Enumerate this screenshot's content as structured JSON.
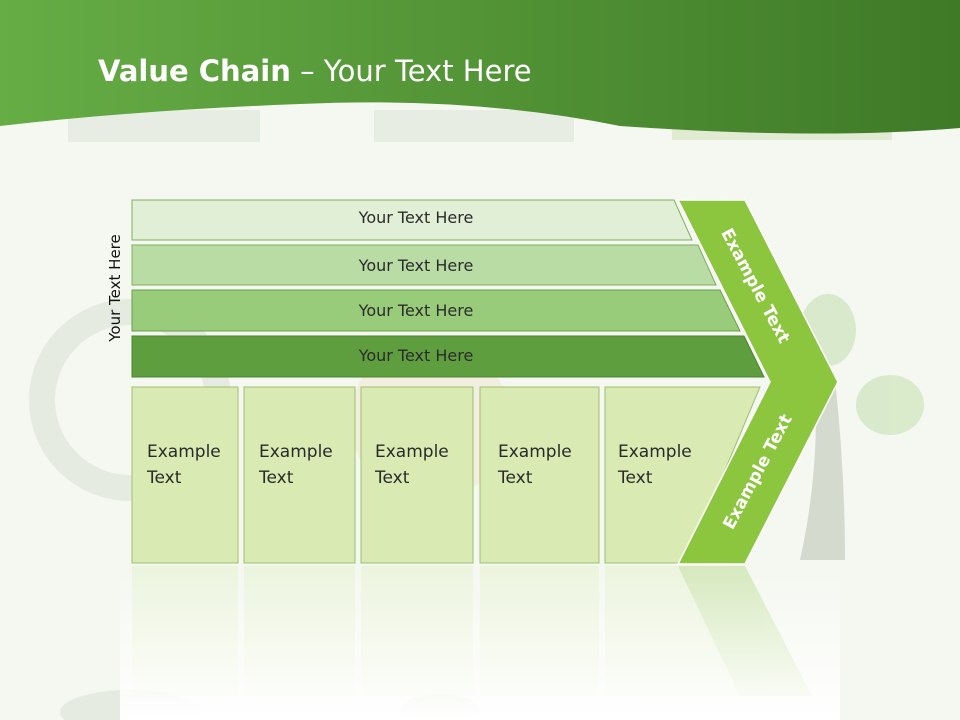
{
  "title": {
    "bold": "Value Chain",
    "rest": " – Your Text Here"
  },
  "side_label": "Your Text Here",
  "bars": [
    "Your Text Here",
    "Your Text Here",
    "Your Text Here",
    "Your Text Here"
  ],
  "boxes": [
    {
      "line1": "Example",
      "line2": "Text"
    },
    {
      "line1": "Example",
      "line2": "Text"
    },
    {
      "line1": "Example",
      "line2": "Text"
    },
    {
      "line1": "Example",
      "line2": "Text"
    },
    {
      "line1": "Example",
      "line2": "Text"
    }
  ],
  "arrow": {
    "upper": "Example Text",
    "lower": "Example Text"
  },
  "colors": {
    "header_dark": "#3e7a26",
    "header_light": "#6bb34a",
    "bar1": "#e0efd6",
    "bar2": "#b9dca4",
    "bar3": "#99cc7a",
    "bar4": "#5e9e3e",
    "box": "#d9eab2",
    "arrow": "#8cc63f"
  }
}
